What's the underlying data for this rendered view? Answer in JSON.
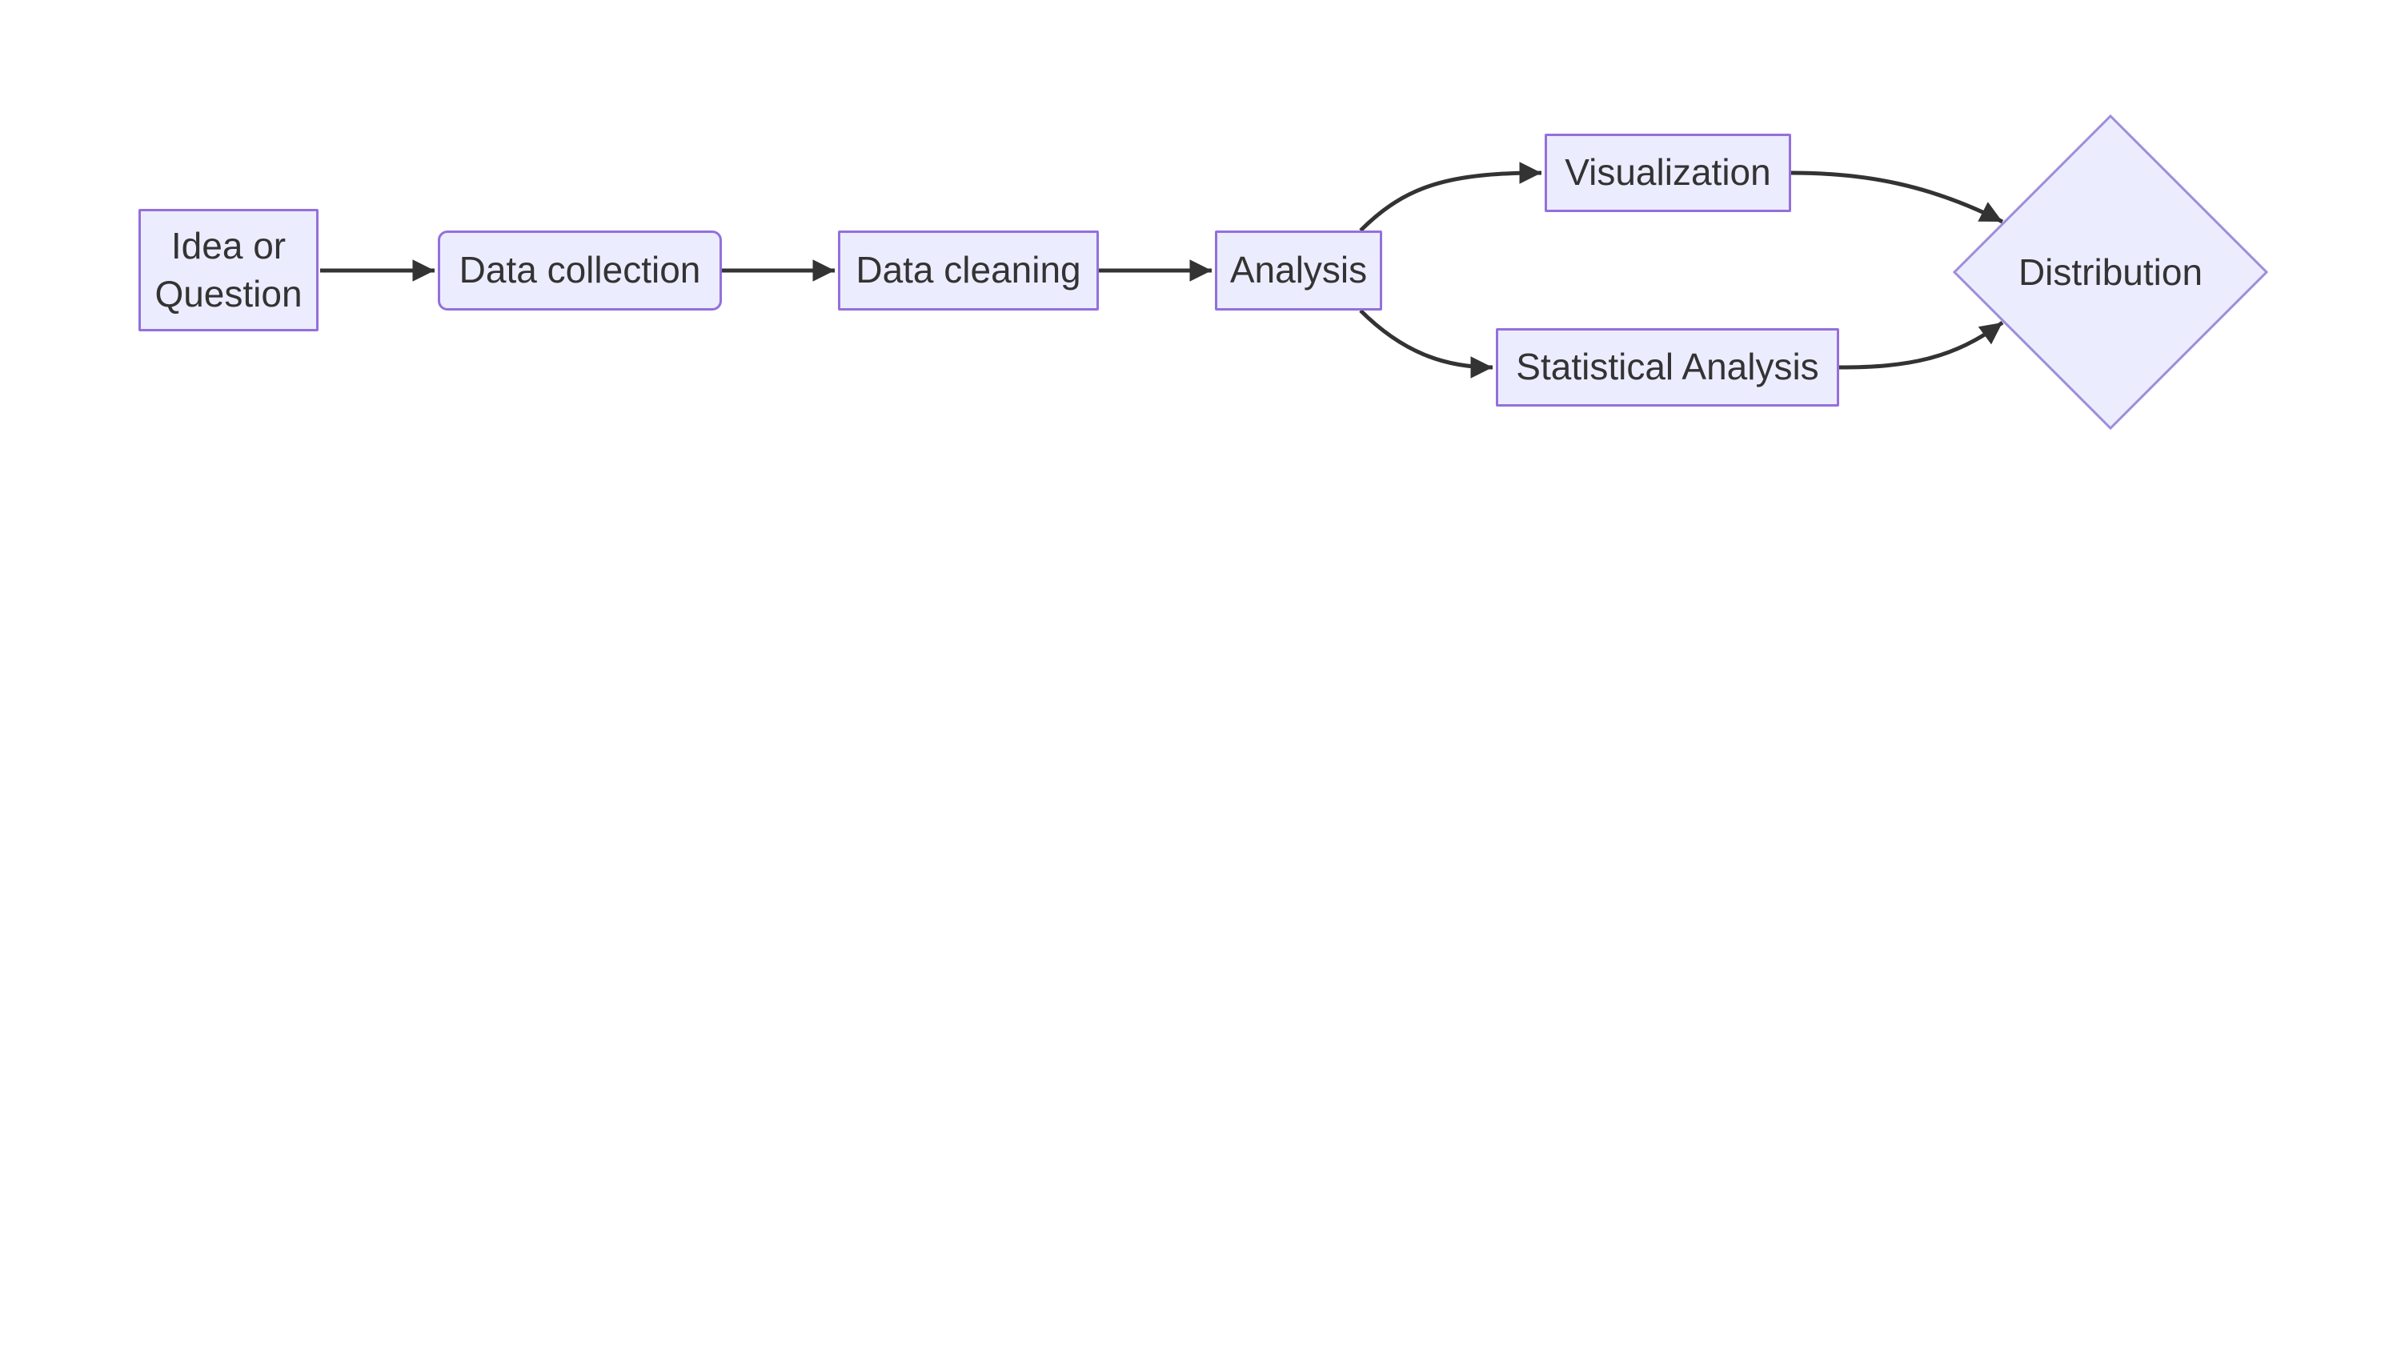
{
  "diagram": {
    "type": "flowchart",
    "direction": "left-to-right",
    "background_color": "#ffffff",
    "node_fill_color": "#ececff",
    "node_border_color": "#9370db",
    "diamond_border_color": "#9c8edb",
    "edge_color": "#333333",
    "text_color": "#333333",
    "nodes": [
      {
        "id": "idea",
        "label": "Idea or Question",
        "shape": "rectangle"
      },
      {
        "id": "collection",
        "label": "Data collection",
        "shape": "rounded-rectangle"
      },
      {
        "id": "cleaning",
        "label": "Data cleaning",
        "shape": "rectangle"
      },
      {
        "id": "analysis",
        "label": "Analysis",
        "shape": "rectangle"
      },
      {
        "id": "visualization",
        "label": "Visualization",
        "shape": "rectangle"
      },
      {
        "id": "statistical",
        "label": "Statistical Analysis",
        "shape": "rectangle"
      },
      {
        "id": "distribution",
        "label": "Distribution",
        "shape": "diamond"
      }
    ],
    "edges": [
      {
        "from": "Idea or Question",
        "to": "Data collection"
      },
      {
        "from": "Data collection",
        "to": "Data cleaning"
      },
      {
        "from": "Data cleaning",
        "to": "Analysis"
      },
      {
        "from": "Analysis",
        "to": "Visualization"
      },
      {
        "from": "Analysis",
        "to": "Statistical Analysis"
      },
      {
        "from": "Visualization",
        "to": "Distribution"
      },
      {
        "from": "Statistical Analysis",
        "to": "Distribution"
      }
    ]
  }
}
